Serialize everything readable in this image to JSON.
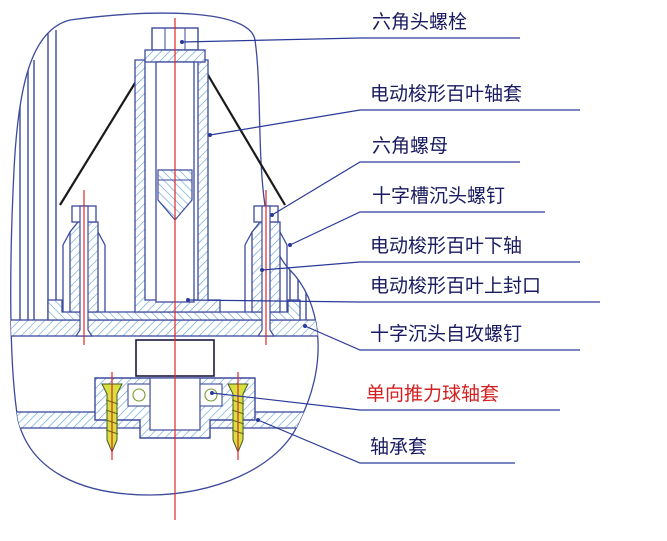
{
  "labels": [
    {
      "id": "hex-bolt",
      "text": "六角头螺栓",
      "color": "#1a1a60"
    },
    {
      "id": "louver-sleeve",
      "text": "电动梭形百叶轴套",
      "color": "#1a1a60"
    },
    {
      "id": "hex-nut",
      "text": "六角螺母",
      "color": "#1a1a60"
    },
    {
      "id": "cross-csk-screw",
      "text": "十字槽沉头螺钉",
      "color": "#1a1a60"
    },
    {
      "id": "louver-lower-shaft",
      "text": "电动梭形百叶下轴",
      "color": "#1a1a60"
    },
    {
      "id": "louver-upper-cap",
      "text": "电动梭形百叶上封口",
      "color": "#1a1a60"
    },
    {
      "id": "self-tapping-screw",
      "text": "十字沉头自攻螺钉",
      "color": "#1a1a60"
    },
    {
      "id": "thrust-bearing-sleeve",
      "text": "单向推力球轴套",
      "color": "#d42020"
    },
    {
      "id": "bearing-housing",
      "text": "轴承套",
      "color": "#1a1a60"
    }
  ],
  "colors": {
    "outline": "#3d4a9c",
    "hatch": "#5a9fd6",
    "centerline": "#e02828",
    "screw_fill": "#d8e040",
    "leader": "#2a3a9a"
  }
}
